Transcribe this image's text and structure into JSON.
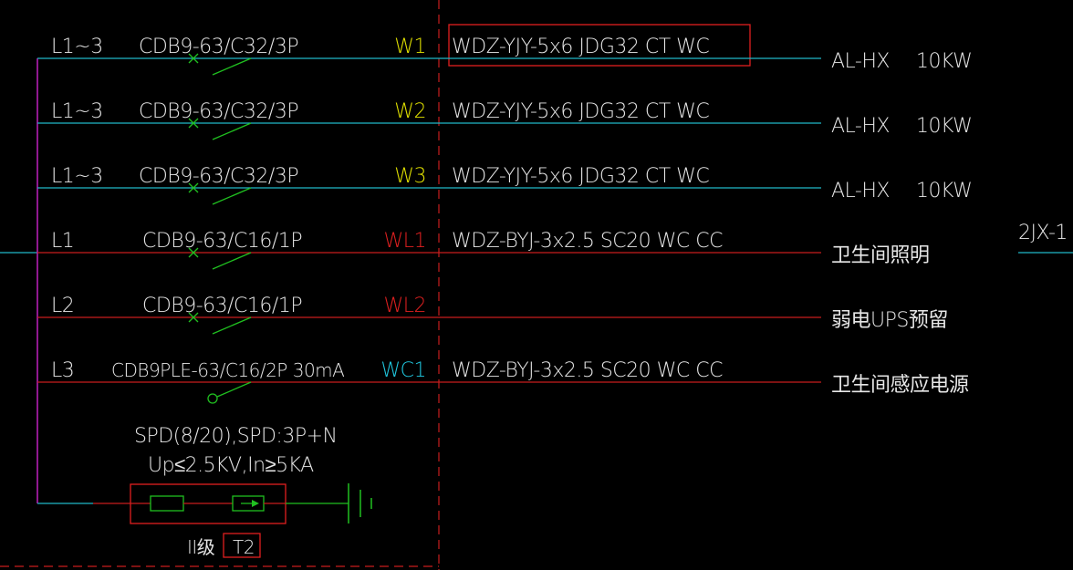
{
  "colors": {
    "background": "#000000",
    "cyan_wire": "#20b8c8",
    "red_wire": "#c81e1e",
    "bus_magenta": "#c020c0",
    "switch_green": "#20c020",
    "dash_red": "#c81e1e",
    "label_white": "#e6e6e6",
    "label_yellow": "#e0e000",
    "label_red": "#e02020",
    "label_cyan": "#20c8e0"
  },
  "circuits": [
    {
      "phase": "L1~3",
      "breaker": "CDB9-63/C32/3P",
      "id": "W1",
      "id_color": "yellow",
      "cable": "WDZ-YJY-5x6  JDG32  CT WC",
      "load": "AL-HX",
      "power": "10KW",
      "wire_color": "cyan",
      "switch": "breaker"
    },
    {
      "phase": "L1~3",
      "breaker": "CDB9-63/C32/3P",
      "id": "W2",
      "id_color": "yellow",
      "cable": "WDZ-YJY-5x6  JDG32  CT WC",
      "load": "AL-HX",
      "power": "10KW",
      "wire_color": "cyan",
      "switch": "breaker"
    },
    {
      "phase": "L1~3",
      "breaker": "CDB9-63/C32/3P",
      "id": "W3",
      "id_color": "yellow",
      "cable": "WDZ-YJY-5x6  JDG32  CT WC",
      "load": "AL-HX",
      "power": "10KW",
      "wire_color": "cyan",
      "switch": "breaker"
    },
    {
      "phase": "L1",
      "breaker": "CDB9-63/C16/1P",
      "id": "WL1",
      "id_color": "red",
      "cable": "WDZ-BYJ-3x2.5  SC20  WC CC",
      "load": "卫生间照明",
      "power": "",
      "wire_color": "red",
      "switch": "breaker"
    },
    {
      "phase": "L2",
      "breaker": "CDB9-63/C16/1P",
      "id": "WL2",
      "id_color": "red",
      "cable": "",
      "load": "弱电UPS预留",
      "power": "",
      "wire_color": "red",
      "switch": "breaker"
    },
    {
      "phase": "L3",
      "breaker": "CDB9PLE-63/C16/2P 30mA",
      "id": "WC1",
      "id_color": "cyan",
      "cable": "WDZ-BYJ-3x2.5  SC20  WC CC",
      "load": "卫生间感应电源",
      "power": "",
      "wire_color": "red",
      "switch": "rcd"
    }
  ],
  "spd": {
    "line1": "SPD(8/20),SPD:3P+N",
    "line2": "Up≤2.5KV,In≥5KA",
    "level_label": "II级",
    "class_label": "T2"
  },
  "side_label": "2JX-1"
}
